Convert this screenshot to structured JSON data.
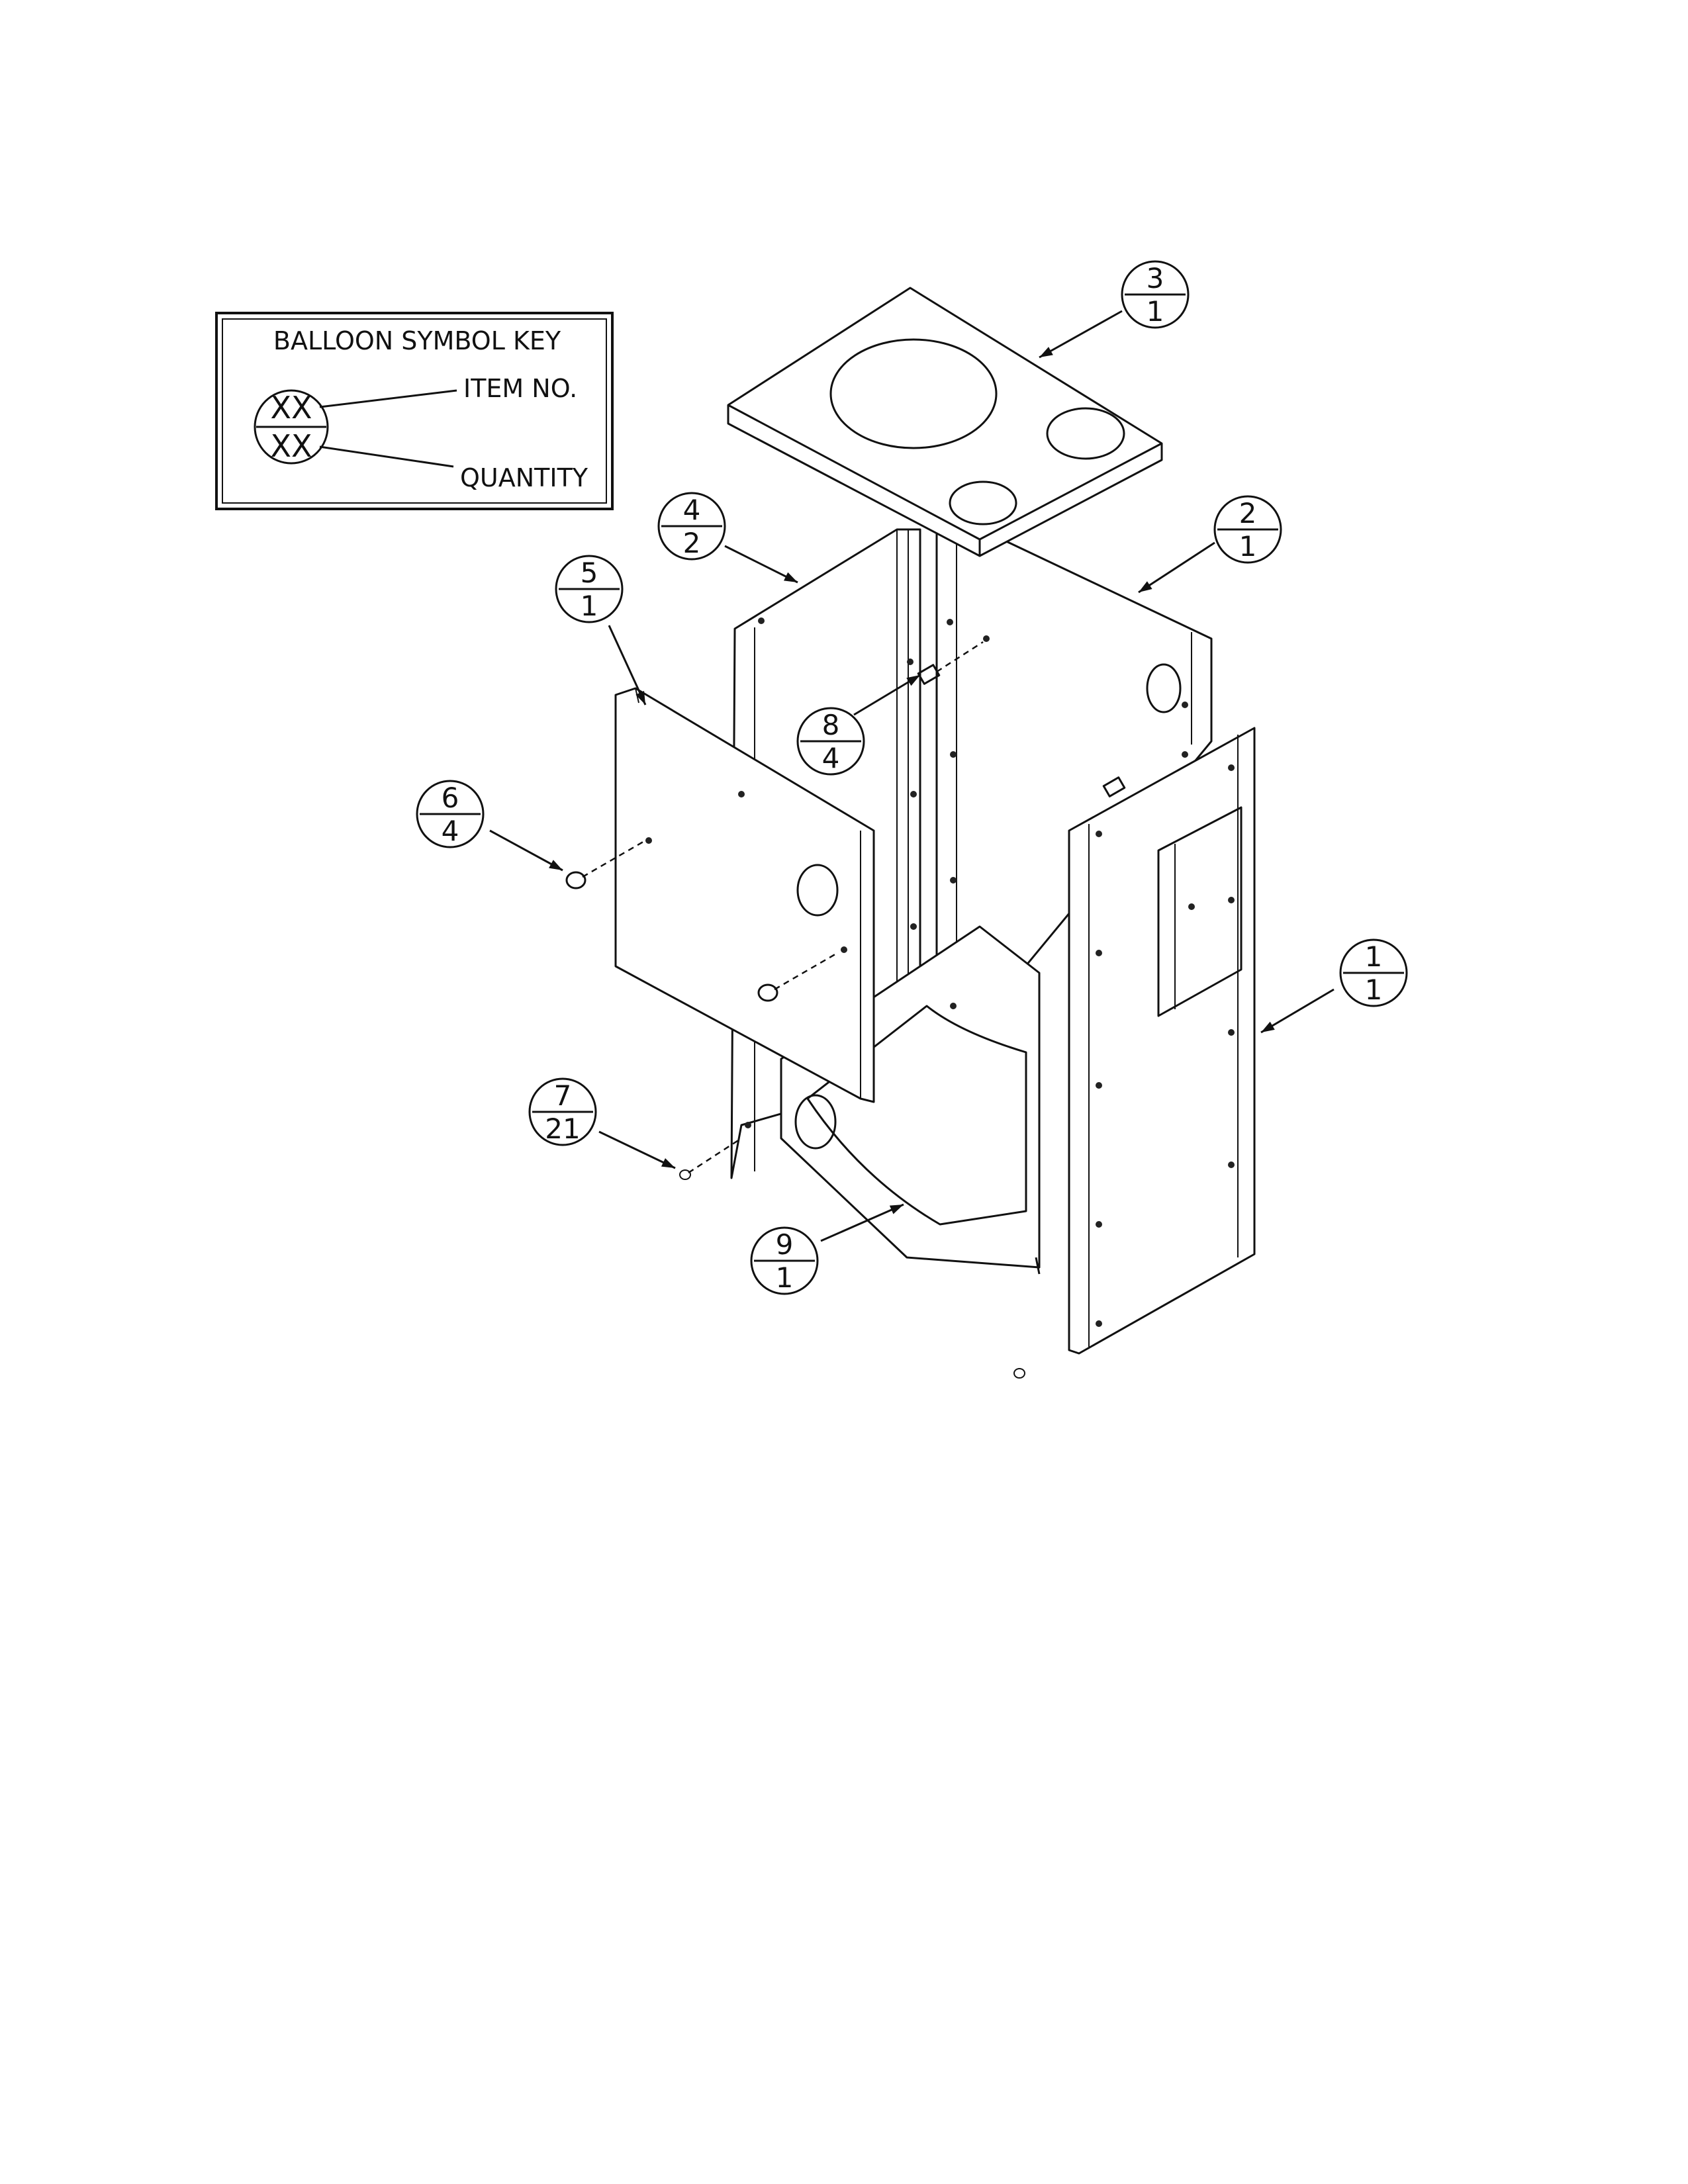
{
  "legend": {
    "title": "BALLOON SYMBOL KEY",
    "item_label": "ITEM NO.",
    "quantity_label": "QUANTITY",
    "sample_top": "XX",
    "sample_bottom": "XX"
  },
  "balloons": [
    {
      "item": "1",
      "qty": "1"
    },
    {
      "item": "2",
      "qty": "1"
    },
    {
      "item": "3",
      "qty": "1"
    },
    {
      "item": "4",
      "qty": "2"
    },
    {
      "item": "5",
      "qty": "1"
    },
    {
      "item": "6",
      "qty": "4"
    },
    {
      "item": "7",
      "qty": "21"
    },
    {
      "item": "8",
      "qty": "4"
    },
    {
      "item": "9",
      "qty": "1"
    }
  ]
}
